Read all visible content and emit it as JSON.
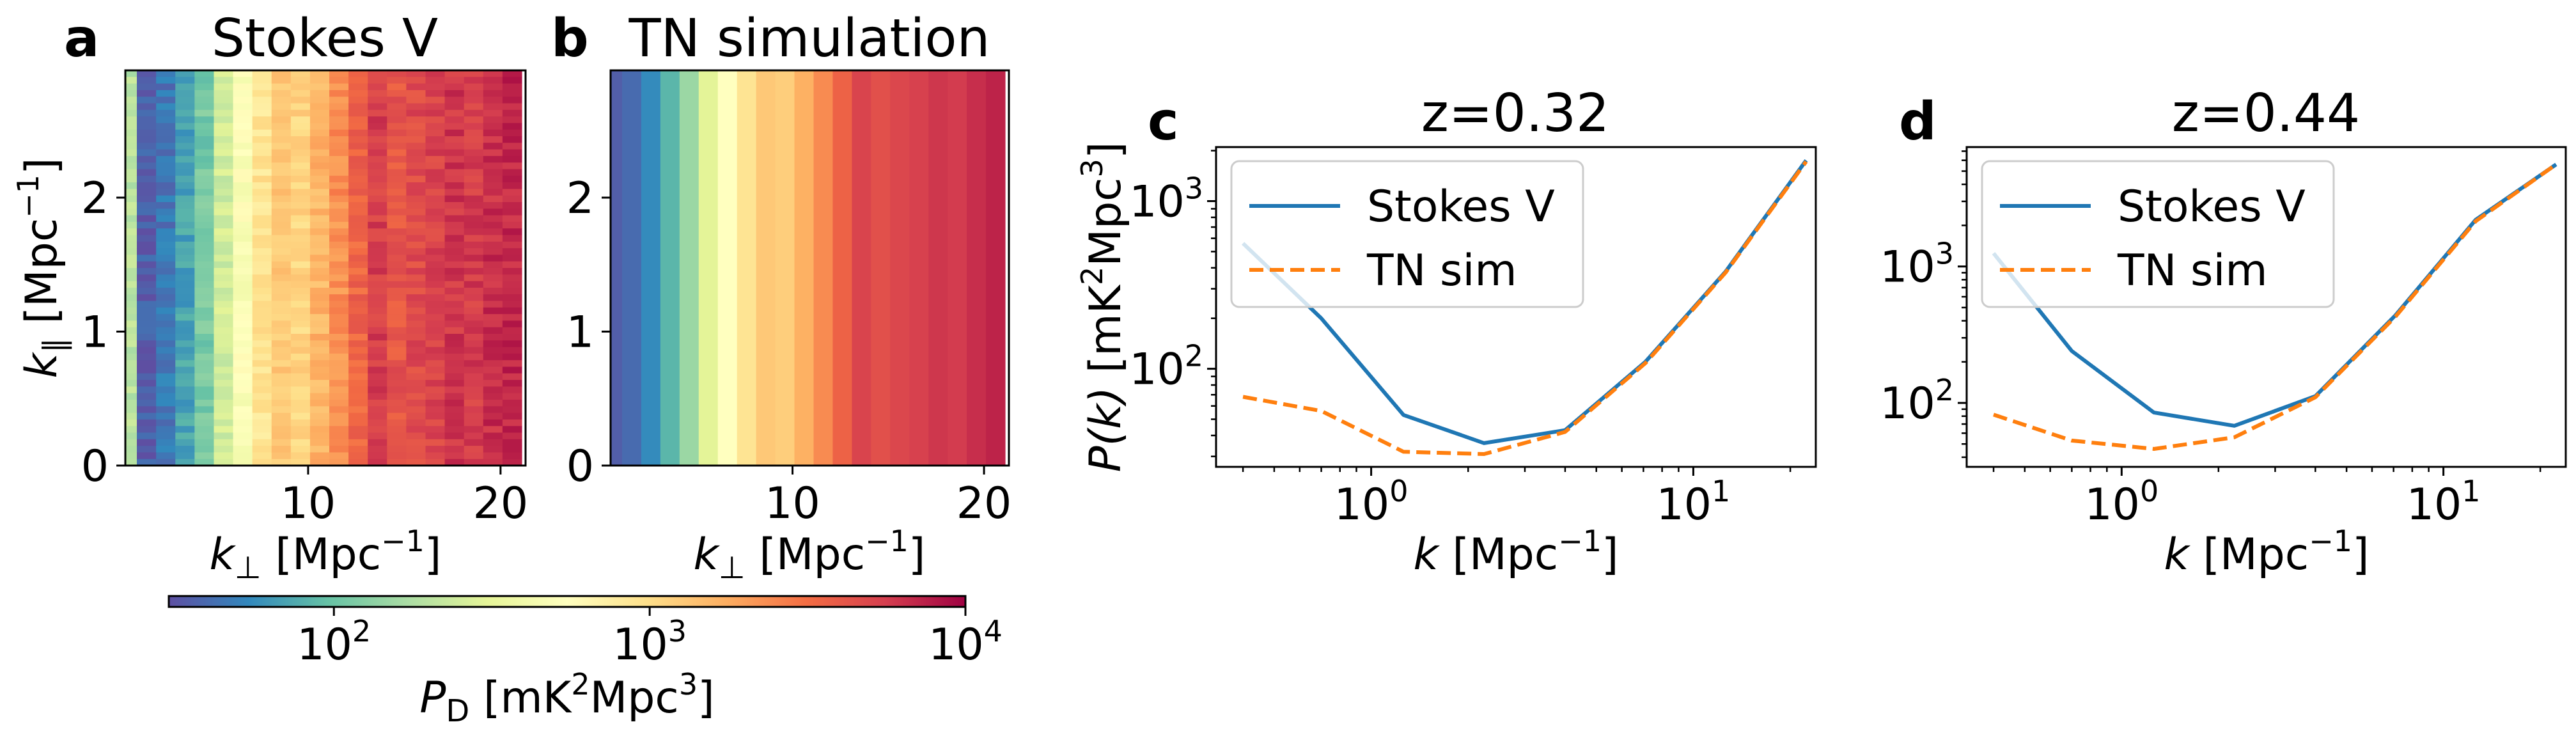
{
  "colorbar": {
    "label_main": "P",
    "label_sub": "D",
    "label_unit_a": " [mK",
    "label_unit_sup": "2",
    "label_unit_b": "Mpc",
    "label_unit_sup2": "3",
    "label_unit_c": "]",
    "ticks": [
      {
        "mant": "10",
        "exp": "2",
        "value": 100
      },
      {
        "mant": "10",
        "exp": "3",
        "value": 1000
      },
      {
        "mant": "10",
        "exp": "4",
        "value": 10000
      }
    ],
    "range": [
      30,
      10000
    ],
    "colormap": [
      "#5e4fa2",
      "#3288bd",
      "#66c2a5",
      "#abdda4",
      "#e6f598",
      "#ffffbf",
      "#fee08b",
      "#fdae61",
      "#f46d43",
      "#d53e4f",
      "#9e0142"
    ]
  },
  "chart_data": [
    {
      "type": "heatmap",
      "panel_letter": "a",
      "title": "Stokes V",
      "xlabel_main": "k",
      "xlabel_sub": "⊥",
      "xlabel_unit": " [Mpc",
      "xlabel_sup": "−1",
      "xlabel_end": "]",
      "ylabel_main": "k",
      "ylabel_sub": "∥",
      "ylabel_unit": " [Mpc",
      "ylabel_sup": "−1",
      "ylabel_end": "]",
      "xlim": [
        0.5,
        21.3
      ],
      "ylim": [
        0,
        2.95
      ],
      "xticks": [
        {
          "v": 10,
          "t": "10"
        },
        {
          "v": 20,
          "t": "20"
        }
      ],
      "yticks": [
        {
          "v": 0,
          "t": "0"
        },
        {
          "v": 1,
          "t": "1"
        },
        {
          "v": 2,
          "t": "2"
        }
      ],
      "noise": true,
      "kperp": [
        0.6,
        1.6,
        2.6,
        3.6,
        4.6,
        5.6,
        6.6,
        7.6,
        8.6,
        9.6,
        10.6,
        11.6,
        12.6,
        13.6,
        14.6,
        15.6,
        16.6,
        17.6,
        18.6,
        19.6,
        20.6
      ],
      "power": [
        200,
        35,
        45,
        70,
        110,
        250,
        500,
        900,
        1300,
        1100,
        1600,
        2300,
        3500,
        5500,
        4200,
        4800,
        5200,
        6000,
        5600,
        6500,
        7000
      ]
    },
    {
      "type": "heatmap",
      "panel_letter": "b",
      "title": "TN simulation",
      "xlabel_main": "k",
      "xlabel_sub": "⊥",
      "xlabel_unit": " [Mpc",
      "xlabel_sup": "−1",
      "xlabel_end": "]",
      "xlim": [
        0.5,
        21.3
      ],
      "ylim": [
        0,
        2.95
      ],
      "xticks": [
        {
          "v": 10,
          "t": "10"
        },
        {
          "v": 20,
          "t": "20"
        }
      ],
      "yticks": [
        {
          "v": 0,
          "t": "0"
        },
        {
          "v": 1,
          "t": "1"
        },
        {
          "v": 2,
          "t": "2"
        }
      ],
      "noise": false,
      "kperp": [
        0.6,
        1.6,
        2.6,
        3.6,
        4.6,
        5.6,
        6.6,
        7.6,
        8.6,
        9.6,
        10.6,
        11.6,
        12.6,
        13.6,
        14.6,
        15.6,
        16.6,
        17.6,
        18.6,
        19.6,
        20.6
      ],
      "power": [
        35,
        40,
        55,
        85,
        150,
        300,
        550,
        900,
        1300,
        1200,
        1700,
        2400,
        3600,
        5200,
        4500,
        5000,
        5400,
        6000,
        5700,
        6500,
        7200
      ]
    },
    {
      "type": "line",
      "panel_letter": "c",
      "title": "z=0.32",
      "xlabel_main": "k",
      "xlabel_unit": " [Mpc",
      "xlabel_sup": "−1",
      "xlabel_end": "]",
      "ylabel_main": "P(k)",
      "ylabel_unit": " [mK",
      "ylabel_sup": "2",
      "ylabel_mid": "Mpc",
      "ylabel_sup2": "3",
      "ylabel_end": "]",
      "log_x": true,
      "log_y": true,
      "xlim": [
        0.33,
        24
      ],
      "ylim": [
        26,
        2100
      ],
      "xticks": [
        {
          "v": 1,
          "mant": "10",
          "exp": "0"
        },
        {
          "v": 10,
          "mant": "10",
          "exp": "1"
        }
      ],
      "yticks": [
        {
          "v": 100,
          "mant": "10",
          "exp": "2"
        },
        {
          "v": 1000,
          "mant": "10",
          "exp": "3"
        }
      ],
      "legend_position": "top-left",
      "x": [
        0.4,
        0.7,
        1.26,
        2.24,
        4.0,
        7.1,
        12.6,
        22.4
      ],
      "series": [
        {
          "name": "Stokes V",
          "style": "solid",
          "color": "#1f77b4",
          "values": [
            560,
            200,
            53,
            36,
            43,
            110,
            380,
            1750
          ]
        },
        {
          "name": "TN sim",
          "style": "dashed",
          "color": "#ff7f0e",
          "values": [
            68,
            56,
            32,
            31,
            42,
            108,
            375,
            1720
          ]
        }
      ]
    },
    {
      "type": "line",
      "panel_letter": "d",
      "title": "z=0.44",
      "xlabel_main": "k",
      "xlabel_unit": " [Mpc",
      "xlabel_sup": "−1",
      "xlabel_end": "]",
      "log_x": true,
      "log_y": true,
      "xlim": [
        0.33,
        24
      ],
      "ylim": [
        34,
        7500
      ],
      "xticks": [
        {
          "v": 1,
          "mant": "10",
          "exp": "0"
        },
        {
          "v": 10,
          "mant": "10",
          "exp": "1"
        }
      ],
      "yticks": [
        {
          "v": 100,
          "mant": "10",
          "exp": "2"
        },
        {
          "v": 1000,
          "mant": "10",
          "exp": "3"
        }
      ],
      "legend_position": "top-left",
      "x": [
        0.4,
        0.7,
        1.26,
        2.24,
        4.0,
        7.1,
        12.6,
        22.4
      ],
      "series": [
        {
          "name": "Stokes V",
          "style": "solid",
          "color": "#1f77b4",
          "values": [
            1250,
            240,
            85,
            68,
            112,
            440,
            2200,
            5600
          ]
        },
        {
          "name": "TN sim",
          "style": "dashed",
          "color": "#ff7f0e",
          "values": [
            82,
            53,
            46,
            56,
            110,
            430,
            2150,
            5600
          ]
        }
      ]
    }
  ]
}
